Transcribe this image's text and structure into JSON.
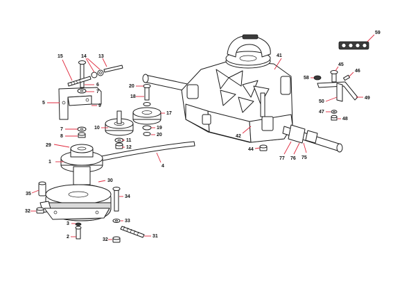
{
  "accent_color": "#e0283c",
  "callouts": [
    {
      "id": "c1",
      "label": "1"
    },
    {
      "id": "c2",
      "label": "2"
    },
    {
      "id": "c3",
      "label": "3"
    },
    {
      "id": "c4",
      "label": "4"
    },
    {
      "id": "c5",
      "label": "5"
    },
    {
      "id": "c6",
      "label": "6"
    },
    {
      "id": "c7a",
      "label": "7"
    },
    {
      "id": "c7b",
      "label": "7"
    },
    {
      "id": "c8",
      "label": "8"
    },
    {
      "id": "c9",
      "label": "9"
    },
    {
      "id": "c10",
      "label": "10"
    },
    {
      "id": "c11",
      "label": "11"
    },
    {
      "id": "c12",
      "label": "12"
    },
    {
      "id": "c13",
      "label": "13"
    },
    {
      "id": "c14",
      "label": "14"
    },
    {
      "id": "c15",
      "label": "15"
    },
    {
      "id": "c17",
      "label": "17"
    },
    {
      "id": "c18",
      "label": "18"
    },
    {
      "id": "c19",
      "label": "19"
    },
    {
      "id": "c20a",
      "label": "20"
    },
    {
      "id": "c20b",
      "label": "20"
    },
    {
      "id": "c29",
      "label": "29"
    },
    {
      "id": "c30",
      "label": "30"
    },
    {
      "id": "c31",
      "label": "31"
    },
    {
      "id": "c32a",
      "label": "32"
    },
    {
      "id": "c32b",
      "label": "32"
    },
    {
      "id": "c33",
      "label": "33"
    },
    {
      "id": "c34",
      "label": "34"
    },
    {
      "id": "c35",
      "label": "35"
    },
    {
      "id": "c41",
      "label": "41"
    },
    {
      "id": "c42",
      "label": "42"
    },
    {
      "id": "c44",
      "label": "44"
    },
    {
      "id": "c45",
      "label": "45"
    },
    {
      "id": "c46",
      "label": "46"
    },
    {
      "id": "c47",
      "label": "47"
    },
    {
      "id": "c48",
      "label": "48"
    },
    {
      "id": "c49",
      "label": "49"
    },
    {
      "id": "c50",
      "label": "50"
    },
    {
      "id": "c58",
      "label": "58"
    },
    {
      "id": "c59",
      "label": "59"
    },
    {
      "id": "c75",
      "label": "75"
    },
    {
      "id": "c76",
      "label": "76"
    },
    {
      "id": "c77",
      "label": "77"
    }
  ]
}
